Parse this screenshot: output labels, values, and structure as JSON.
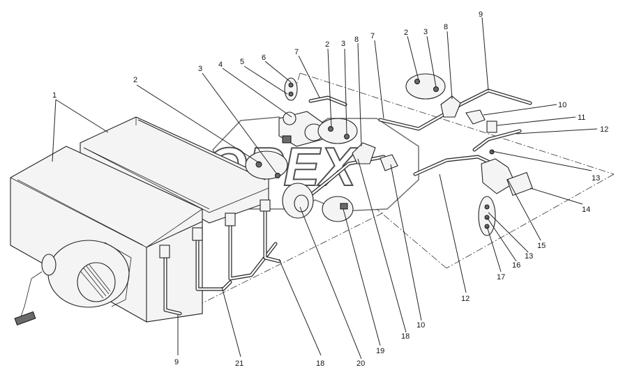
{
  "diagram": {
    "watermark_text": "OPEX",
    "callouts": [
      {
        "id": "c1",
        "label": "1"
      },
      {
        "id": "c2a",
        "label": "2"
      },
      {
        "id": "c3a",
        "label": "3"
      },
      {
        "id": "c4",
        "label": "4"
      },
      {
        "id": "c5",
        "label": "5"
      },
      {
        "id": "c6",
        "label": "6"
      },
      {
        "id": "c7a",
        "label": "7"
      },
      {
        "id": "c2b",
        "label": "2"
      },
      {
        "id": "c3b",
        "label": "3"
      },
      {
        "id": "c8a",
        "label": "8"
      },
      {
        "id": "c7b",
        "label": "7"
      },
      {
        "id": "c2c",
        "label": "2"
      },
      {
        "id": "c3c",
        "label": "3"
      },
      {
        "id": "c8b",
        "label": "8"
      },
      {
        "id": "c9a",
        "label": "9"
      },
      {
        "id": "c10a",
        "label": "10"
      },
      {
        "id": "c11",
        "label": "11"
      },
      {
        "id": "c12a",
        "label": "12"
      },
      {
        "id": "c13a",
        "label": "13"
      },
      {
        "id": "c14",
        "label": "14"
      },
      {
        "id": "c15",
        "label": "15"
      },
      {
        "id": "c13b",
        "label": "13"
      },
      {
        "id": "c16",
        "label": "16"
      },
      {
        "id": "c17",
        "label": "17"
      },
      {
        "id": "c12b",
        "label": "12"
      },
      {
        "id": "c10b",
        "label": "10"
      },
      {
        "id": "c18a",
        "label": "18"
      },
      {
        "id": "c19",
        "label": "19"
      },
      {
        "id": "c20",
        "label": "20"
      },
      {
        "id": "c18b",
        "label": "18"
      },
      {
        "id": "c21",
        "label": "21"
      },
      {
        "id": "c9b",
        "label": "9"
      }
    ]
  }
}
